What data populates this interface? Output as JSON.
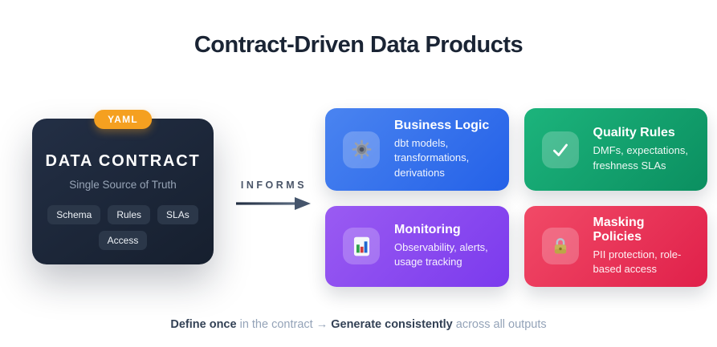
{
  "title": "Contract-Driven Data Products",
  "contract_card": {
    "badge": "YAML",
    "title": "DATA CONTRACT",
    "subtitle": "Single Source of Truth",
    "tags": [
      "Schema",
      "Rules",
      "SLAs",
      "Access"
    ]
  },
  "arrow_label": "INFORMS",
  "outputs": [
    {
      "title": "Business Logic",
      "description": "dbt models, transformations, derivations",
      "icon": "gear-icon",
      "gradient_from": "#4a84f0",
      "gradient_to": "#2461e8"
    },
    {
      "title": "Quality Rules",
      "description": "DMFs, expectations, freshness SLAs",
      "icon": "check-icon",
      "gradient_from": "#1cb47c",
      "gradient_to": "#0b8f60"
    },
    {
      "title": "Monitoring",
      "description": "Observability, alerts, usage tracking",
      "icon": "bar-chart-icon",
      "gradient_from": "#9a5bf2",
      "gradient_to": "#7b3aed"
    },
    {
      "title": "Masking Policies",
      "description": "PII protection, role-based access",
      "icon": "lock-icon",
      "gradient_from": "#f14a67",
      "gradient_to": "#e0204a"
    }
  ],
  "footer": {
    "define": "Define once",
    "middle": " in the contract → ",
    "generate": "Generate consistently",
    "end": " across all outputs"
  },
  "colors": {
    "background": "#ffffff",
    "title_text": "#1a2434",
    "contract_card_bg_from": "#232f45",
    "contract_card_bg_to": "#161f2e",
    "badge_bg": "#f5a020",
    "tag_bg": "#2b3749",
    "subtitle_text": "#97a4b6",
    "informs_text": "#4a5568",
    "footer_muted": "#94a3b8",
    "footer_bold": "#334155"
  }
}
